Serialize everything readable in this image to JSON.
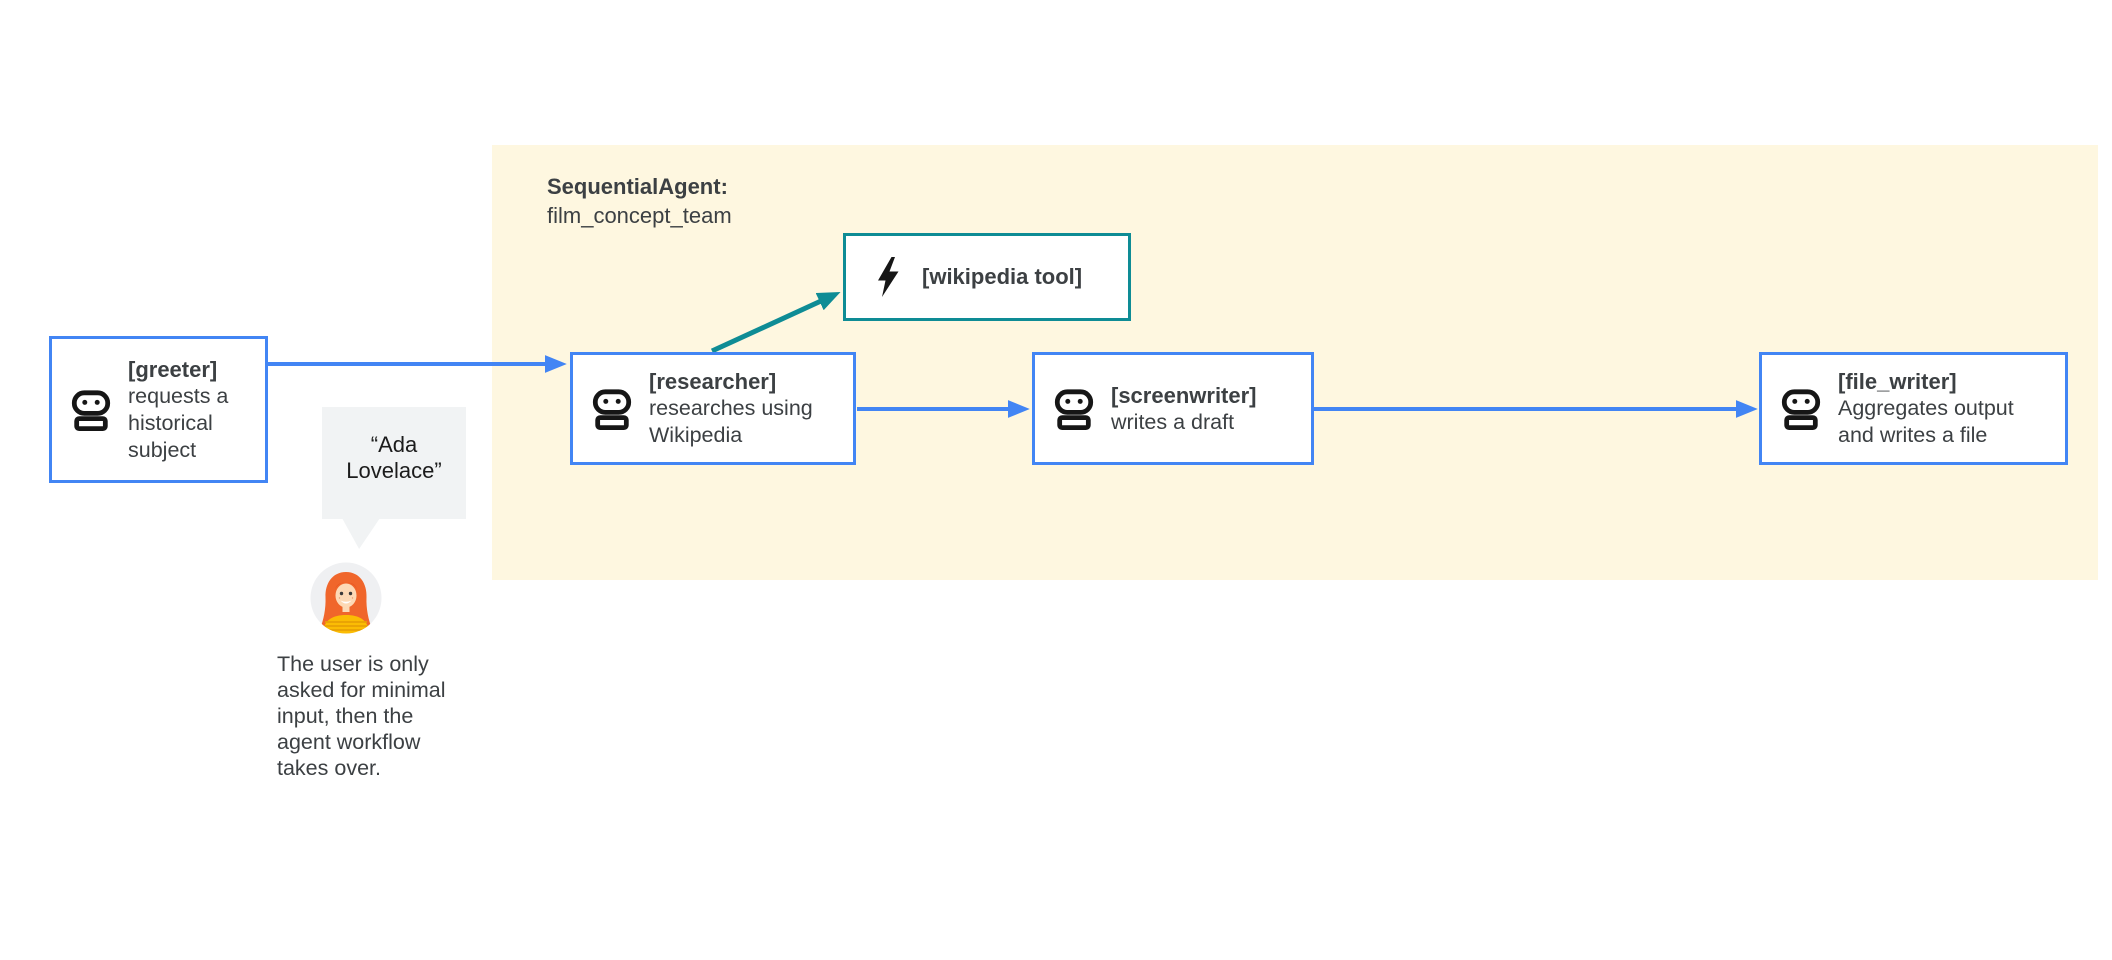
{
  "colors": {
    "accent_blue": "#4285F4",
    "accent_teal": "#0E8C95",
    "group_bg": "#FEF7E0",
    "text_dark": "#3C4043",
    "bubble_bg": "#F1F3F4",
    "icon_black": "#202124"
  },
  "group": {
    "title": "SequentialAgent:",
    "subtitle": "film_concept_team"
  },
  "nodes": {
    "greeter": {
      "name": "[greeter]",
      "description": "requests a historical subject"
    },
    "researcher": {
      "name": "[researcher]",
      "description": "researches using Wikipedia"
    },
    "screenwriter": {
      "name": "[screenwriter]",
      "description": "writes a draft"
    },
    "file_writer": {
      "name": "[file_writer]",
      "description": "Aggregates output and writes a file"
    },
    "wikipedia_tool": {
      "name": "[wikipedia tool]"
    }
  },
  "edges": [
    {
      "from": "greeter",
      "to": "researcher",
      "color": "blue"
    },
    {
      "from": "researcher",
      "to": "wikipedia_tool",
      "color": "teal"
    },
    {
      "from": "researcher",
      "to": "screenwriter",
      "color": "blue"
    },
    {
      "from": "screenwriter",
      "to": "file_writer",
      "color": "blue"
    }
  ],
  "user_input": {
    "speech_bubble": "“Ada Lovelace”",
    "caption": "The user is only asked for minimal input, then the agent workflow takes over."
  },
  "icons": {
    "robot": "robot-icon",
    "lightning": "lightning-bolt-icon",
    "user": "user-avatar"
  }
}
